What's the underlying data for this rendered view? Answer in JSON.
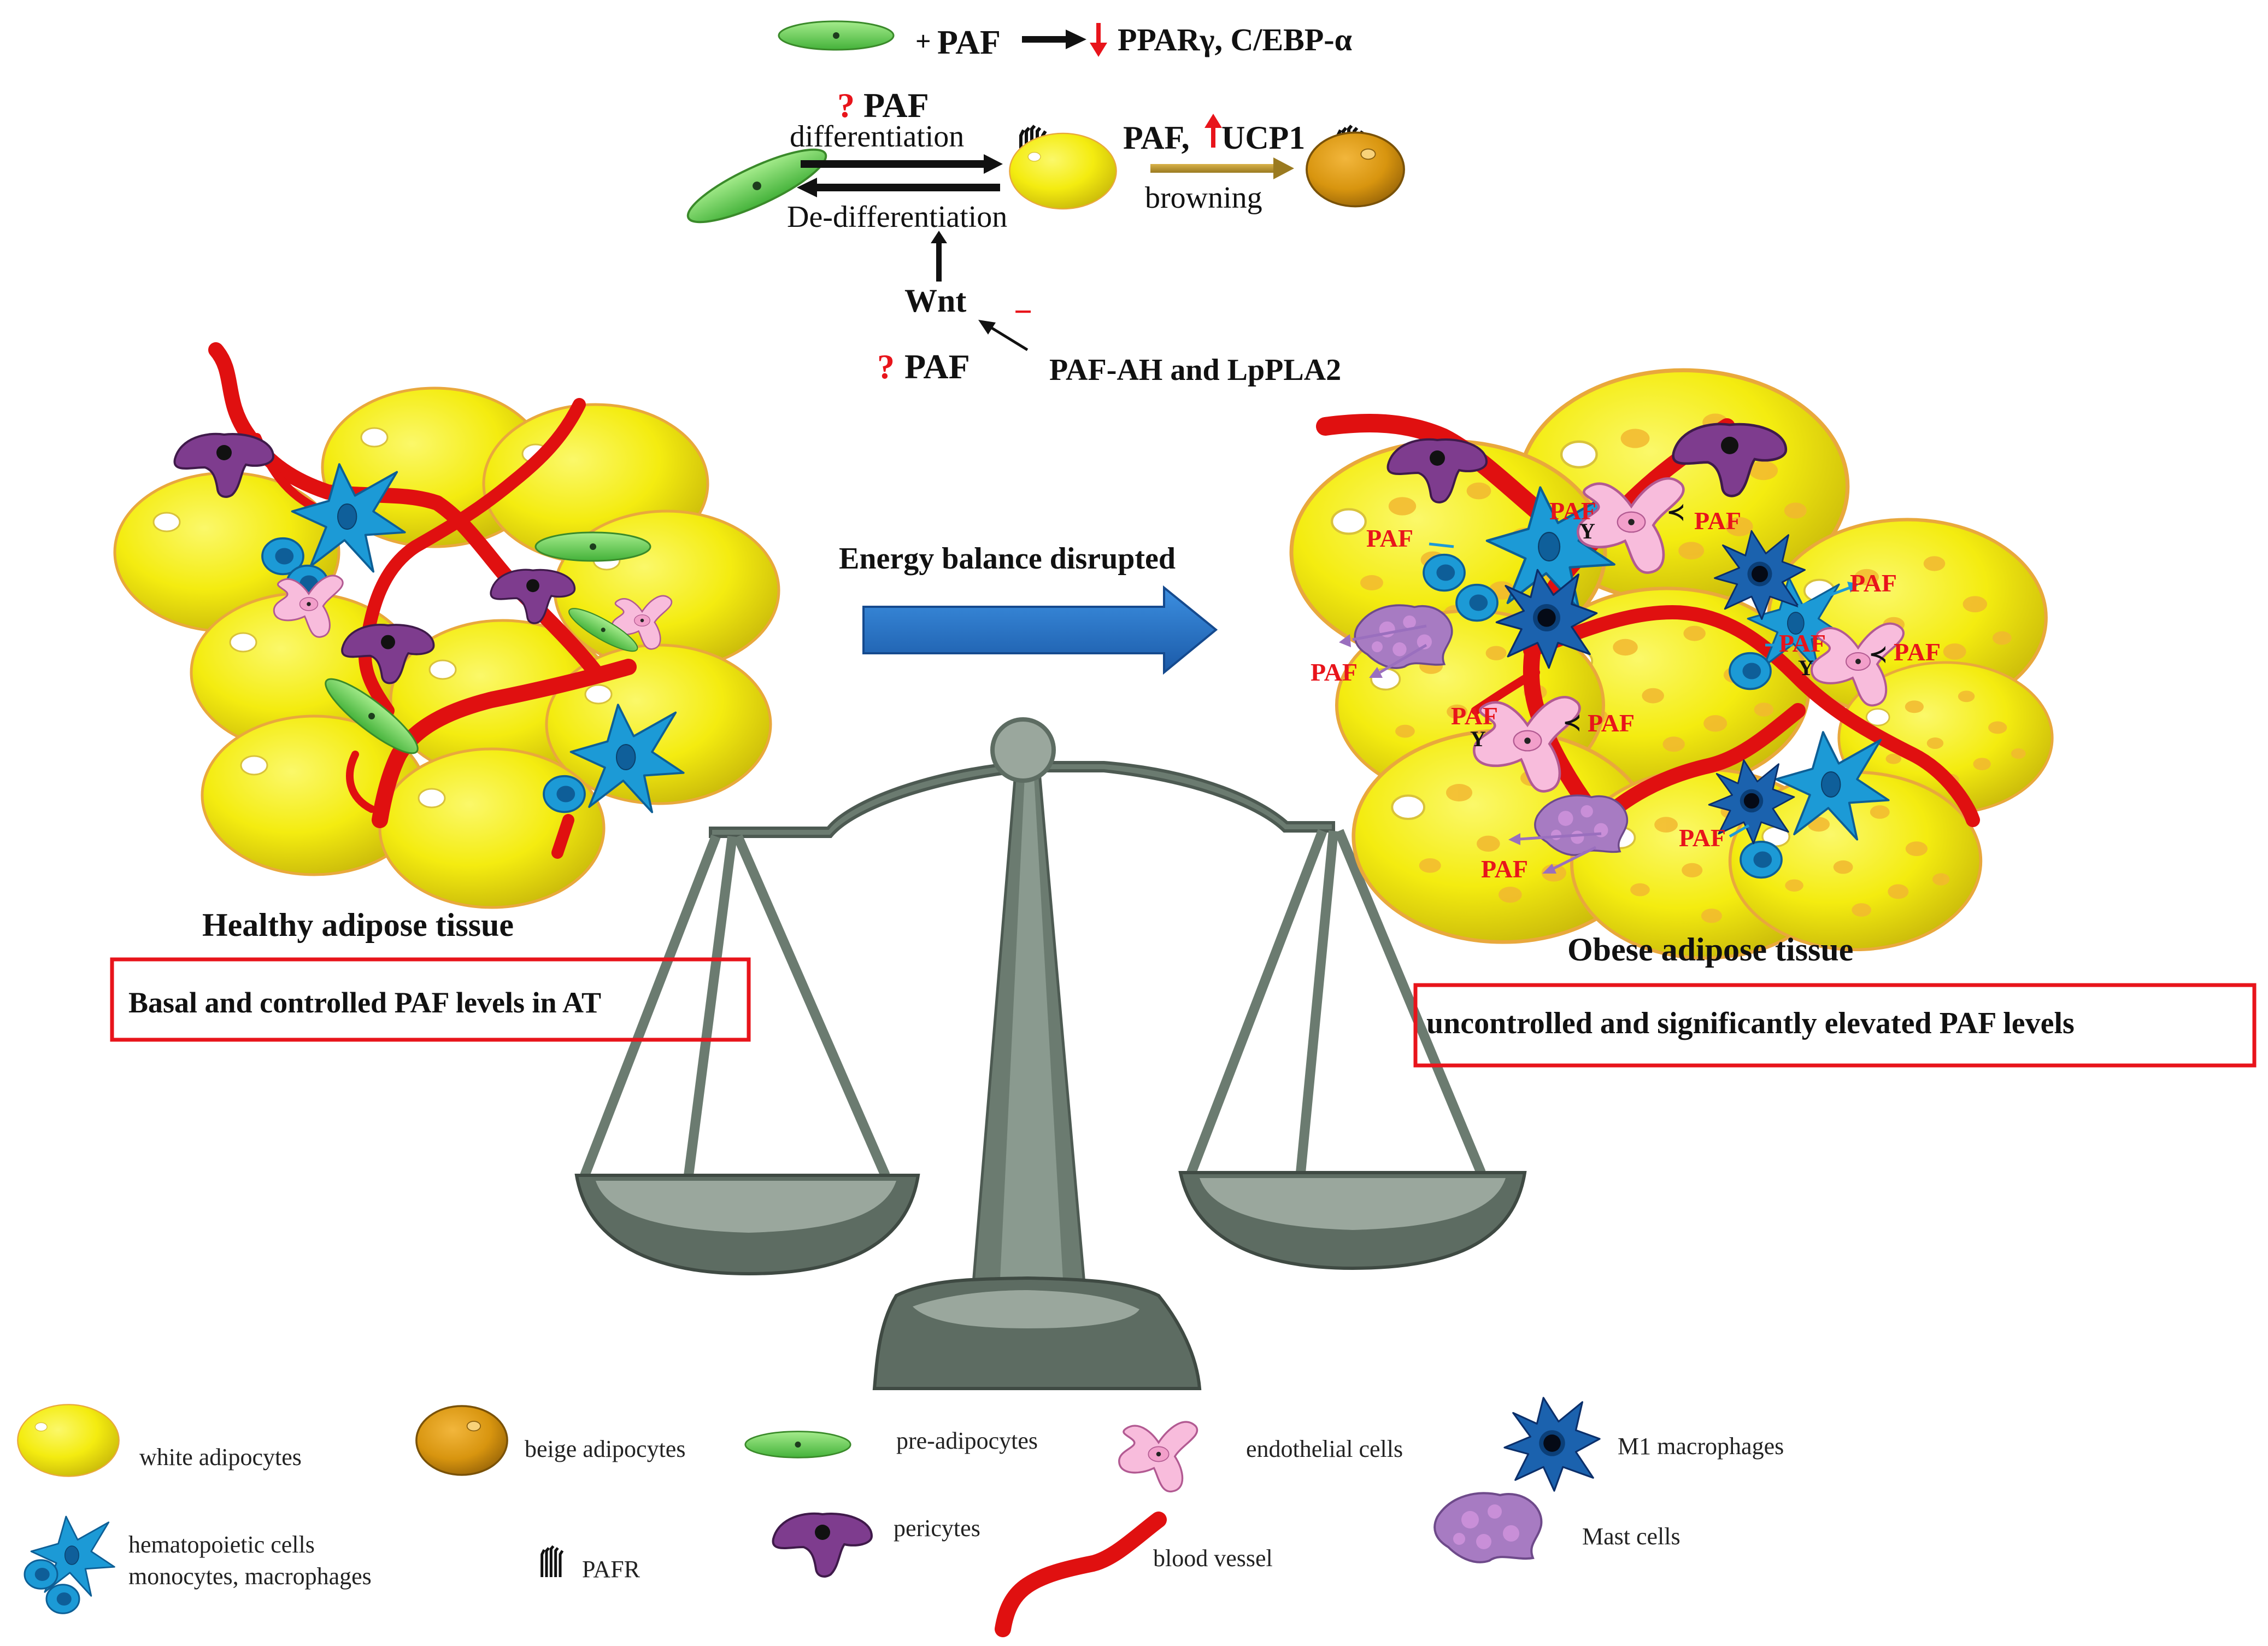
{
  "top": {
    "line1_prefix": "+",
    "line1_paf": "PAF",
    "line1_targets": "PPARγ,  C/EBP-α",
    "q1": "?",
    "paf1": "PAF",
    "differentiation": "differentiation",
    "dedifferentiation": "De-differentiation",
    "paf_ucp_a": "PAF,",
    "paf_ucp_b": "UCP1",
    "browning": "browning",
    "wnt": "Wnt",
    "minus": "−",
    "q2": "?",
    "paf2": "PAF",
    "inhibitors": "PAF-AH and LpPLA2"
  },
  "middle": {
    "energy": "Energy balance disrupted",
    "paf_label": "PAF"
  },
  "healthy": {
    "title": "Healthy adipose tissue",
    "box": "Basal and controlled PAF levels in AT"
  },
  "obese": {
    "title": "Obese adipose tissue",
    "box": "uncontrolled and significantly elevated PAF levels"
  },
  "legend": {
    "white": "white adipocytes",
    "beige": "beige adipocytes",
    "pre": "pre-adipocytes",
    "endo": "endothelial cells",
    "m1": "M1 macrophages",
    "hema1": "hematopoietic cells",
    "hema2": "monocytes, macrophages",
    "pafr": "PAFR",
    "pericytes": "pericytes",
    "vessel": "blood vessel",
    "mast": "Mast cells"
  },
  "colors": {
    "adipocyte_yellow": "#f6ef12",
    "beige_orange": "#dc9a12",
    "preadipocyte_green": "#6fd15a",
    "endothelial_pink": "#f7b6d8",
    "macrophage_blue": "#1c9ad6",
    "m1_dark_blue": "#1a5fa8",
    "pericyte_purple": "#7b3a8c",
    "mast_purple": "#a77bc2",
    "vessel_red": "#e01010",
    "scale_gray": "#6b7b70",
    "arrow_blue": "#1f6fc0",
    "box_red": "#e8141b"
  }
}
